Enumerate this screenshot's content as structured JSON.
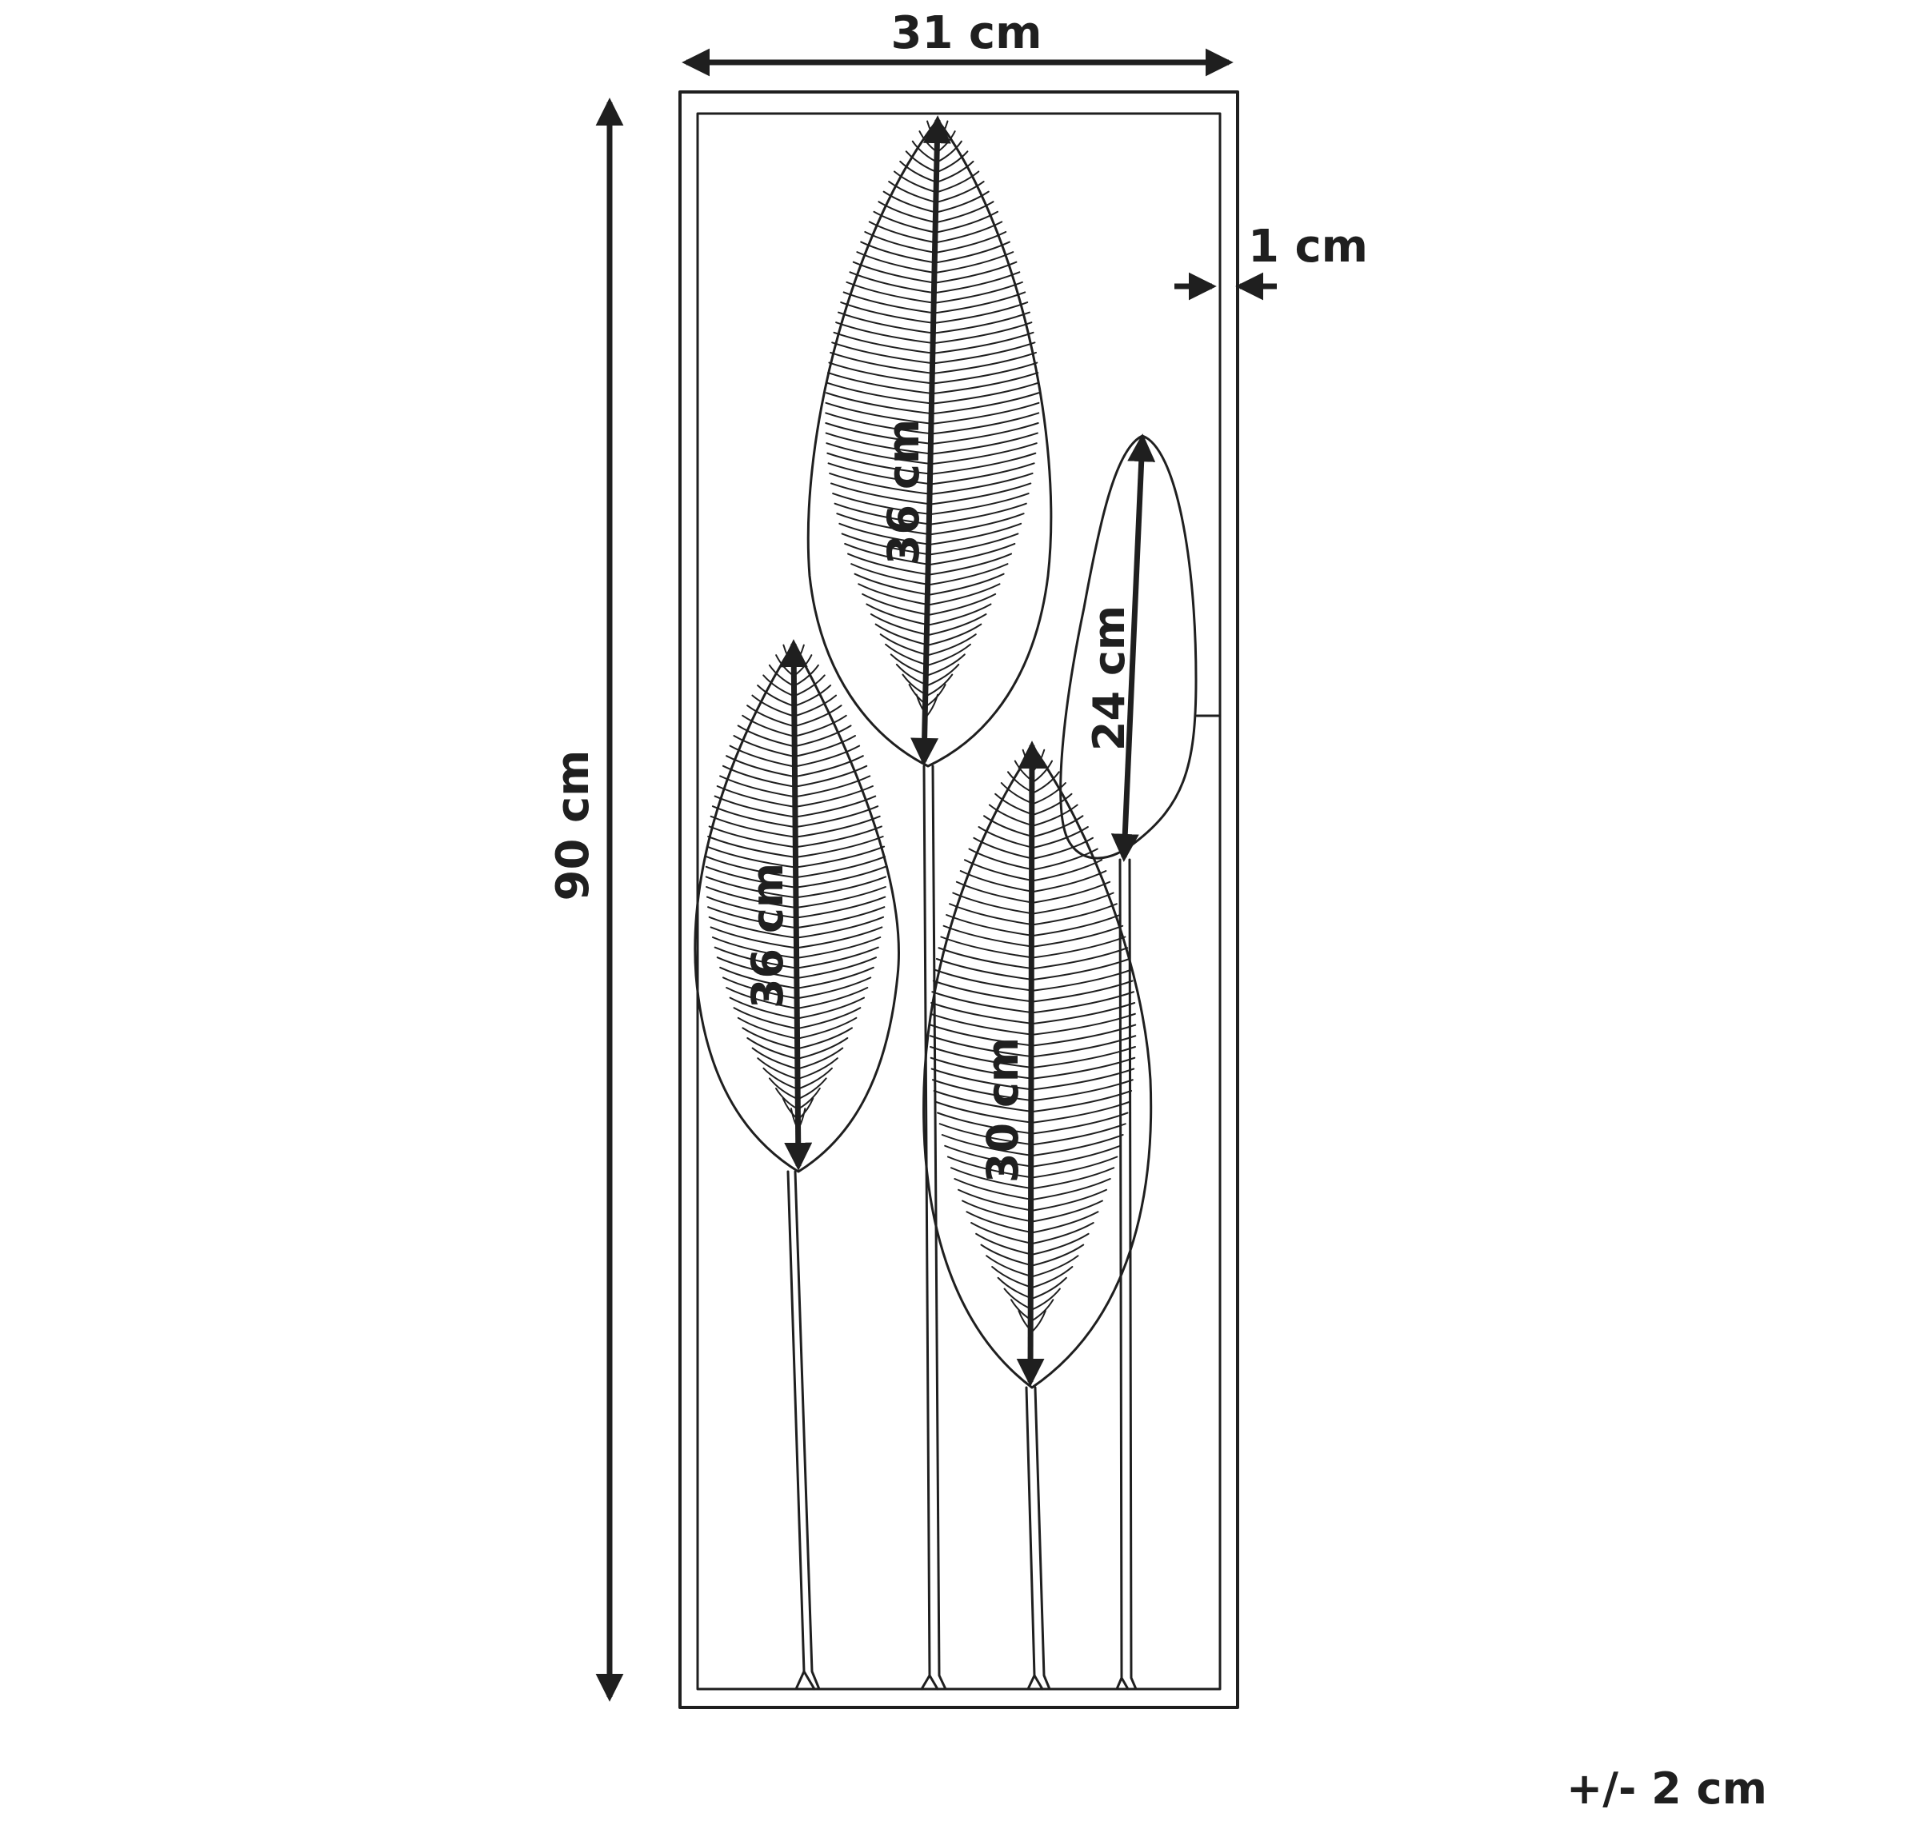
{
  "dimensions": {
    "width_label": "31 cm",
    "height_label": "90 cm",
    "frame_depth_label": "1 cm",
    "tolerance_label": "+/- 2 cm",
    "leaves": [
      {
        "label": "36 cm"
      },
      {
        "label": "36 cm"
      },
      {
        "label": "30 cm"
      },
      {
        "label": "24 cm"
      }
    ]
  },
  "colors": {
    "ink": "#1f1f1f",
    "background": "#ffffff"
  }
}
